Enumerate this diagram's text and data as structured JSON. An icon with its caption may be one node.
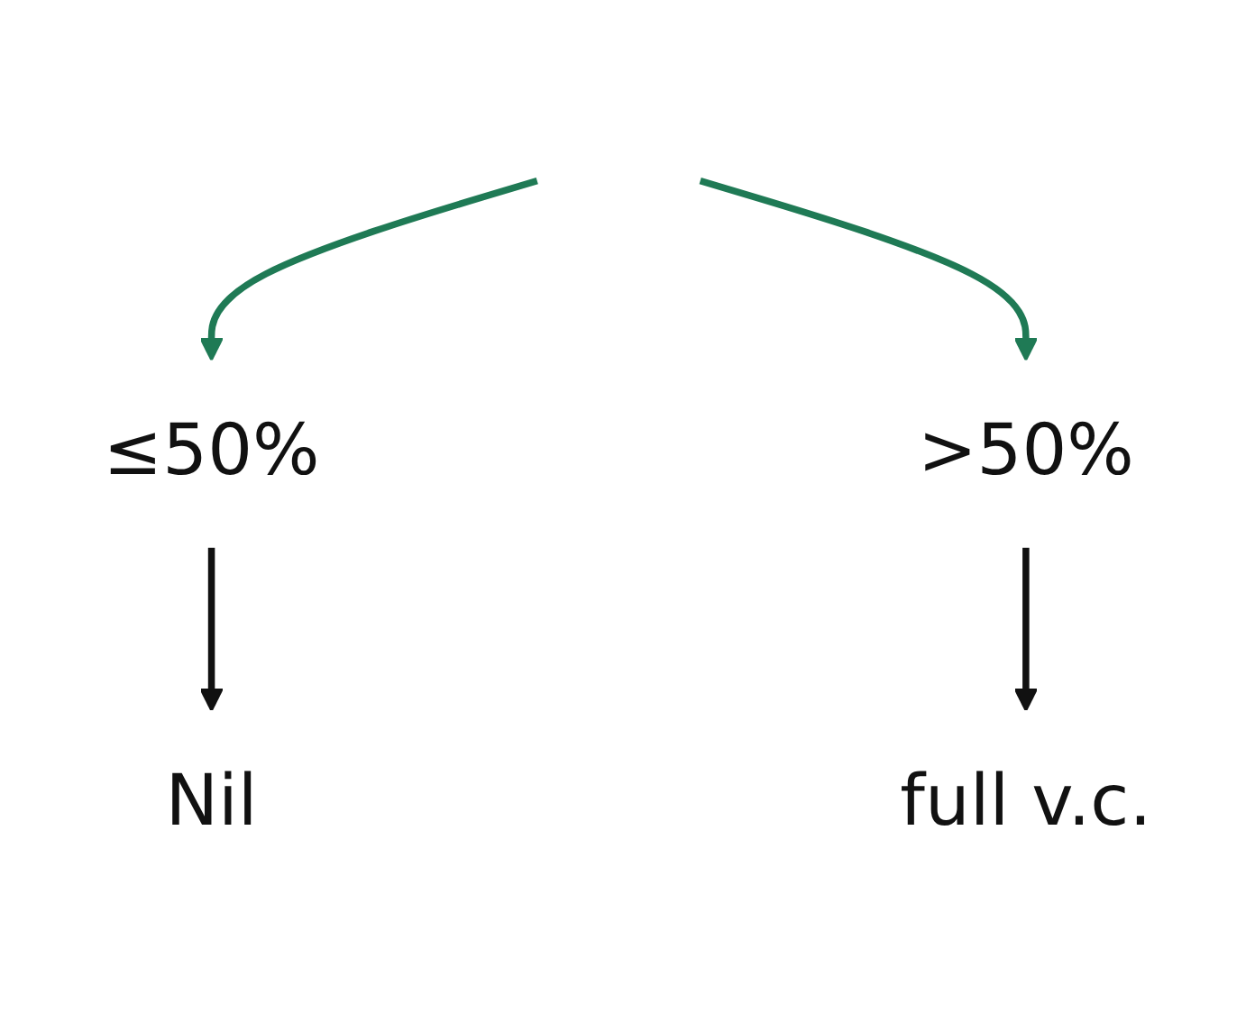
{
  "diagram": {
    "nodes": [
      {
        "text": [
          "≤50%"
        ]
      },
      {
        "text": [
          ">50%"
        ]
      },
      {
        "text": [
          "Nil"
        ]
      },
      {
        "text": [
          "full v.c."
        ]
      }
    ],
    "edges": [
      {
        "from": null,
        "to": 0,
        "arrow": "to",
        "color": "#1f7a55"
      },
      {
        "from": null,
        "to": 1,
        "arrow": "to",
        "color": "#1f7a55"
      },
      {
        "from": 0,
        "to": 2,
        "arrow": "to",
        "color": "#111111"
      },
      {
        "from": 1,
        "to": 3,
        "arrow": "to",
        "color": "#111111"
      }
    ]
  }
}
